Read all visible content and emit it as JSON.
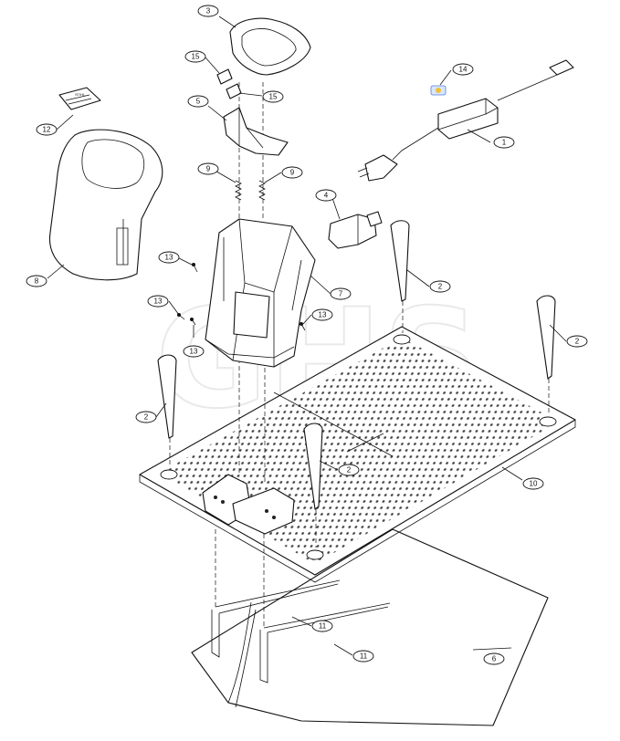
{
  "labels": [
    {
      "text": "1"
    },
    {
      "text": "2"
    },
    {
      "text": "2"
    },
    {
      "text": "2"
    },
    {
      "text": "2"
    },
    {
      "text": "3"
    },
    {
      "text": "4"
    },
    {
      "text": "5"
    },
    {
      "text": "6"
    },
    {
      "text": "7"
    },
    {
      "text": "8"
    },
    {
      "text": "9"
    },
    {
      "text": "9"
    },
    {
      "text": "10"
    },
    {
      "text": "11"
    },
    {
      "text": "11"
    },
    {
      "text": "12"
    },
    {
      "text": "13"
    },
    {
      "text": "13"
    },
    {
      "text": "13"
    },
    {
      "text": "13"
    },
    {
      "text": "14"
    },
    {
      "text": "15"
    },
    {
      "text": "15"
    }
  ],
  "watermark": "GHS",
  "label_sticker": {
    "brand": "STIHL"
  }
}
